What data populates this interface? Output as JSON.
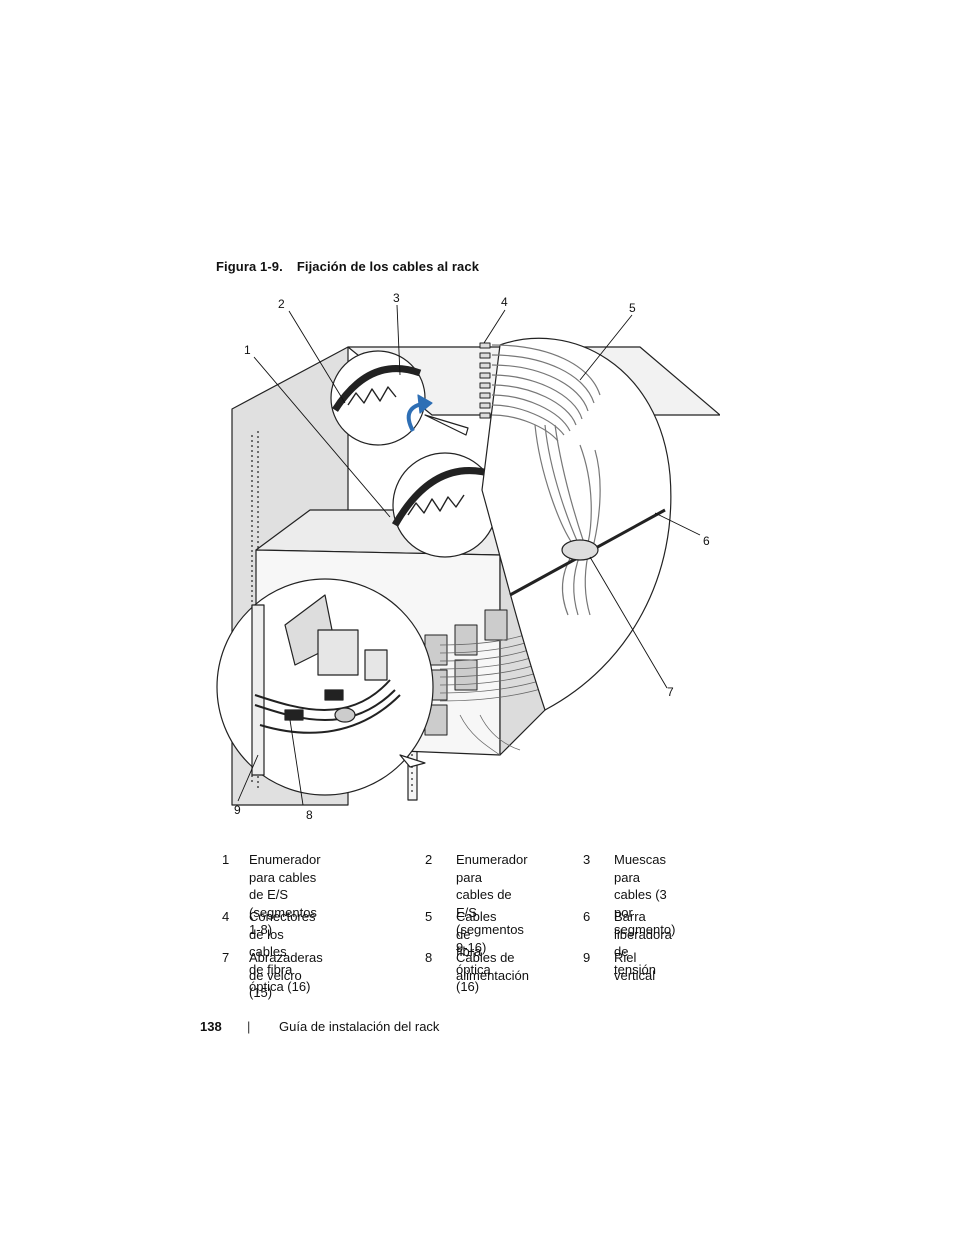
{
  "figure": {
    "label": "Figura 1-9.",
    "title": "Fijación de los cables al rack",
    "callouts": [
      "1",
      "2",
      "3",
      "4",
      "5",
      "6",
      "7",
      "8",
      "9"
    ]
  },
  "legend": [
    [
      {
        "num": "1",
        "text": "Enumerador para cables de E/S (segmentos 1-8)",
        "lines": [
          "Enumerador para cables",
          "de E/S (segmentos 1-8)"
        ]
      },
      {
        "num": "2",
        "text": "Enumerador para cables de E/S (segmentos 9-16)",
        "lines": [
          "Enumerador para",
          "cables de E/S",
          "(segmentos 9-16)"
        ]
      },
      {
        "num": "3",
        "text": "Muescas para cables (3 por segmento)",
        "lines": [
          "Muescas para",
          "cables (3 por",
          "segmento)"
        ]
      }
    ],
    [
      {
        "num": "4",
        "text": "Conectores de los cables de fibra óptica (16)",
        "lines": [
          "Conectores de los cables",
          "de fibra óptica (16)"
        ]
      },
      {
        "num": "5",
        "text": "Cables de fibra óptica (16)",
        "lines": [
          "Cables de fibra",
          "óptica (16)"
        ]
      },
      {
        "num": "6",
        "text": "Barra liberadora de tensión",
        "lines": [
          "Barra liberadora",
          "de tensión"
        ]
      }
    ],
    [
      {
        "num": "7",
        "text": "Abrazaderas de velcro (15)",
        "lines": [
          "Abrazaderas de velcro (15)"
        ]
      },
      {
        "num": "8",
        "text": "Cables de alimentación",
        "lines": [
          "Cables de",
          "alimentación"
        ]
      },
      {
        "num": "9",
        "text": "Riel vertical",
        "lines": [
          "Riel vertical"
        ]
      }
    ]
  ],
  "footer": {
    "page_number": "138",
    "separator": "|",
    "doc_title": "Guía de instalación del rack"
  }
}
